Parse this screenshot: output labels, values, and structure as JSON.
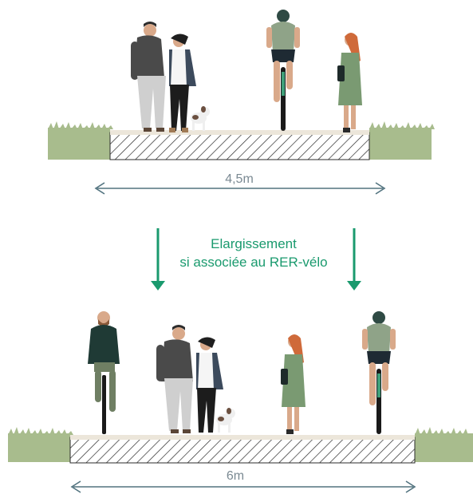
{
  "section_top": {
    "width_label": "4,5m"
  },
  "section_bottom": {
    "width_label": "6m"
  },
  "transition": {
    "caption_line1": "Elargissement",
    "caption_line2": "si associée au RER-vélo"
  },
  "colors": {
    "arrow": "#1a9a6e",
    "dimension_line": "#52737f",
    "grass": "#a8bc8d",
    "hatch": "#2b2b2b",
    "pavement": "#ece6da",
    "skin": "#d9a98a"
  },
  "icons": [
    "pedestrian-couple-icon",
    "dog-icon",
    "cyclist-icon",
    "woman-walking-icon",
    "grass-icon",
    "arrow-down-icon"
  ]
}
